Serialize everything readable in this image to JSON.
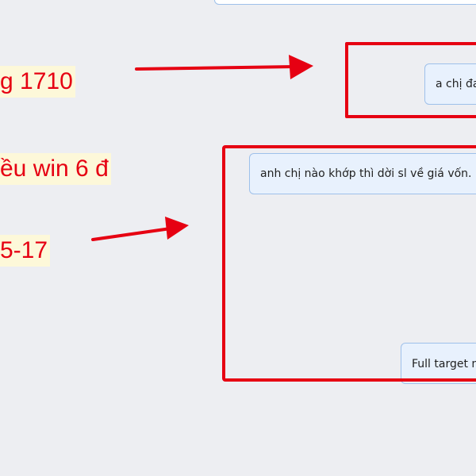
{
  "messages": {
    "message_1": "a chị đa",
    "message_2": "anh chị nào khớp thì dời sl về giá vốn.",
    "message_3": "Full target n"
  },
  "annotations": {
    "note_1": "g 1710",
    "note_2": "ều  win 6 đ",
    "note_3": "5-17"
  },
  "colors": {
    "annotation_red": "#e60012",
    "highlight_bg": "#fdf8d9",
    "bubble_bg": "#e8f1fd",
    "bubble_border": "#9ec0ea",
    "page_bg": "#edeef2"
  }
}
